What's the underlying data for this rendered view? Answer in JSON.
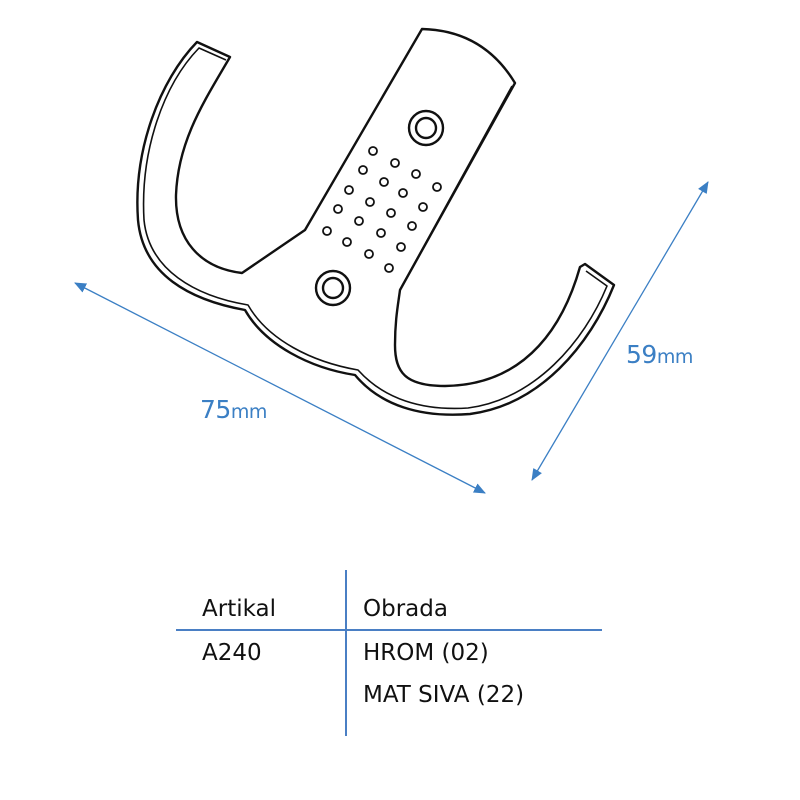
{
  "dimensions": {
    "width": {
      "value": "75",
      "unit": "mm"
    },
    "height": {
      "value": "59",
      "unit": "mm"
    }
  },
  "colors": {
    "dimension": "#3b7fc4",
    "outline": "#111111"
  },
  "table": {
    "headers": [
      "Artikal",
      "Obrada"
    ],
    "article": "A240",
    "finishes": [
      "HROM (02)",
      "MAT SIVA (22)"
    ]
  }
}
